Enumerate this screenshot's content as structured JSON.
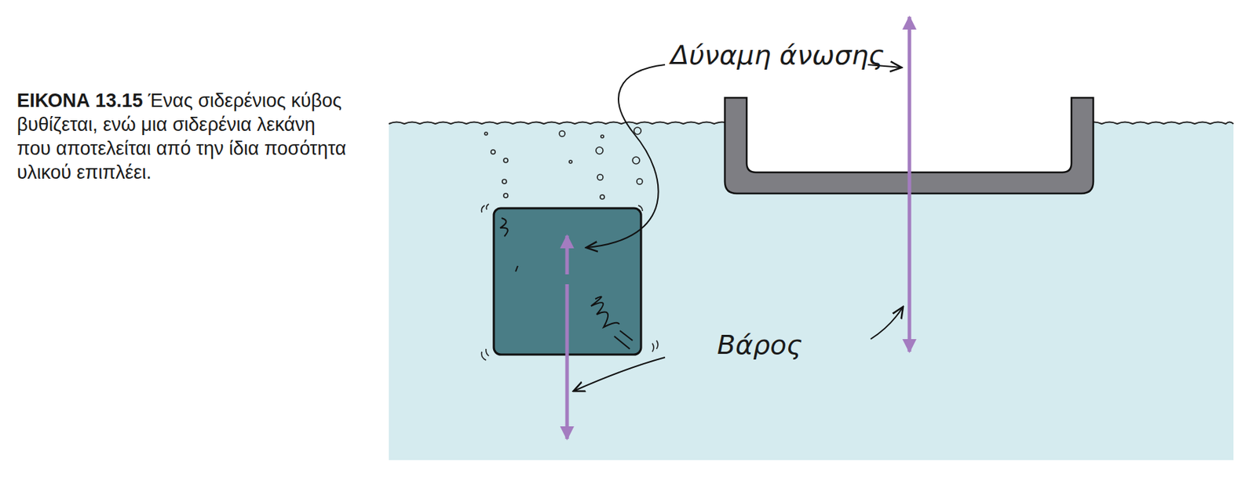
{
  "diagram": {
    "title": "ΕΙΚΟΝΑ 13.15",
    "caption": "Ένας σιδερένιος κύβος βυθίζεται, ενώ μια σιδερένια λεκάνη που αποτελείται από την ίδια ποσότητα υλικού επιπλέει.",
    "labels": [
      "Δύναμη άνωσης",
      "Βάρος"
    ]
  }
}
